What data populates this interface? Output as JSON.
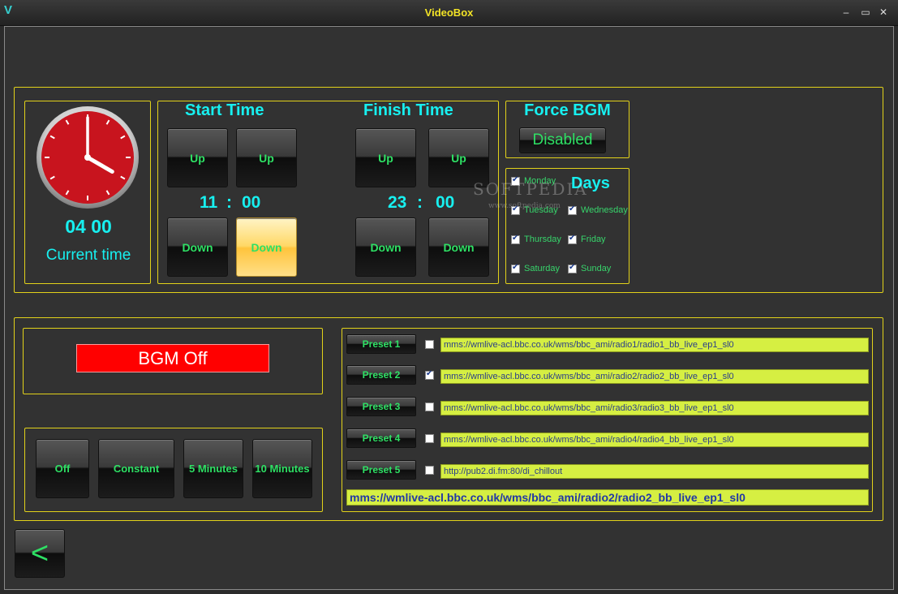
{
  "window": {
    "title": "VideoBox",
    "logo": "V",
    "controls": {
      "minimize": "–",
      "maximize": "▭",
      "close": "✕"
    }
  },
  "clock": {
    "hour": 4,
    "minute": 0,
    "time_display": "04 00",
    "caption": "Current time",
    "face_color": "#c8141e"
  },
  "start_time": {
    "title": "Start Time",
    "hours": "11",
    "separator": ":",
    "minutes": "00",
    "up_hours_label": "Up",
    "up_minutes_label": "Up",
    "down_hours_label": "Down",
    "down_minutes_label": "Down"
  },
  "finish_time": {
    "title": "Finish Time",
    "hours": "23",
    "separator": ":",
    "minutes": "00",
    "up_hours_label": "Up",
    "up_minutes_label": "Up",
    "down_hours_label": "Down",
    "down_minutes_label": "Down"
  },
  "force_bgm": {
    "title": "Force BGM",
    "state": "Disabled"
  },
  "days": {
    "title": "Days",
    "items": [
      {
        "label": "Monday",
        "checked": true
      },
      {
        "label": "Tuesday",
        "checked": true
      },
      {
        "label": "Wednesday",
        "checked": true
      },
      {
        "label": "Thursday",
        "checked": true
      },
      {
        "label": "Friday",
        "checked": true
      },
      {
        "label": "Saturday",
        "checked": true
      },
      {
        "label": "Sunday",
        "checked": true
      }
    ]
  },
  "bgm_status": {
    "label": "BGM Off",
    "color": "#ff0000"
  },
  "modes": [
    "Off",
    "Constant",
    "5 Minutes",
    "10 Minutes"
  ],
  "presets": [
    {
      "label": "Preset 1",
      "checked": false,
      "url": "mms://wmlive-acl.bbc.co.uk/wms/bbc_ami/radio1/radio1_bb_live_ep1_sl0"
    },
    {
      "label": "Preset 2",
      "checked": true,
      "url": "mms://wmlive-acl.bbc.co.uk/wms/bbc_ami/radio2/radio2_bb_live_ep1_sl0"
    },
    {
      "label": "Preset 3",
      "checked": false,
      "url": "mms://wmlive-acl.bbc.co.uk/wms/bbc_ami/radio3/radio3_bb_live_ep1_sl0"
    },
    {
      "label": "Preset 4",
      "checked": false,
      "url": "mms://wmlive-acl.bbc.co.uk/wms/bbc_ami/radio4/radio4_bb_live_ep1_sl0"
    },
    {
      "label": "Preset 5",
      "checked": false,
      "url": "http://pub2.di.fm:80/di_chillout"
    }
  ],
  "current_url": "mms://wmlive-acl.bbc.co.uk/wms/bbc_ami/radio2/radio2_bb_live_ep1_sl0",
  "back_button": "<",
  "watermark": {
    "text": "SOFTPEDIA",
    "sub": "www.softpedia.com"
  },
  "colors": {
    "accent_border": "#e2d21a",
    "title_yellow": "#f2e326",
    "cyan_text": "#17f0f0",
    "green_text": "#2ee064",
    "url_field_bg": "#d6ef42"
  }
}
